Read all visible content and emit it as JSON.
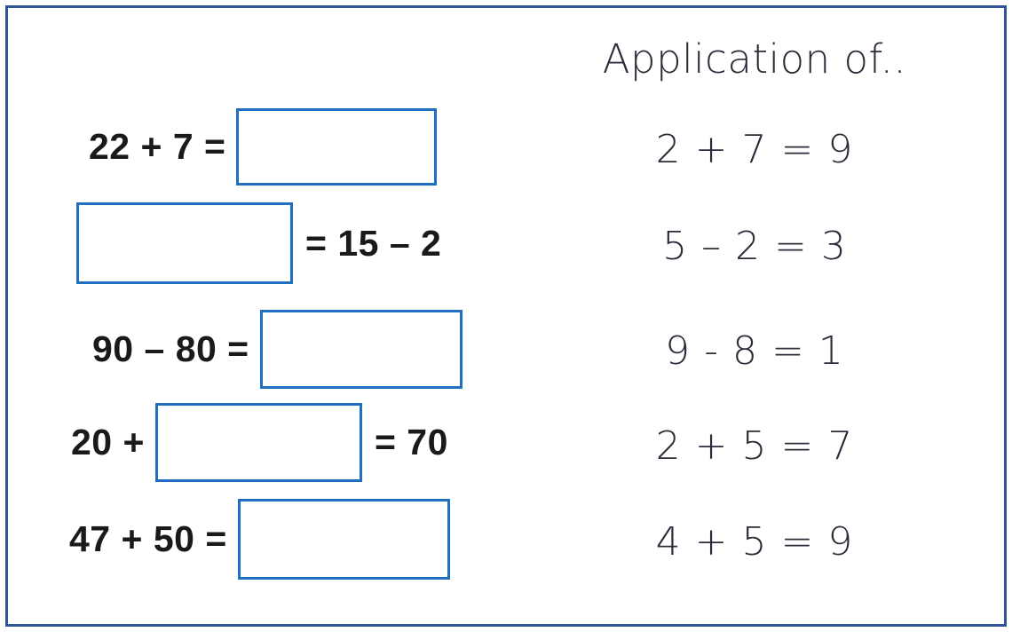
{
  "slide": {
    "border_color": "#2f5597",
    "background_color": "#ffffff",
    "answer_box_color": "#1f6fc0",
    "left_text_color": "#1a1a1a",
    "right_text_color": "#2b2b3a"
  },
  "worksheet": {
    "rows": [
      {
        "prefix": "22 + 7 =",
        "suffix": "",
        "box_position": "after"
      },
      {
        "prefix": "",
        "suffix": "= 15 – 2",
        "box_position": "before"
      },
      {
        "prefix": "90 – 80 =",
        "suffix": "",
        "box_position": "after"
      },
      {
        "prefix": "20 +",
        "suffix": "= 70",
        "box_position": "middle"
      },
      {
        "prefix": "47 + 50 =",
        "suffix": "",
        "box_position": "after"
      }
    ]
  },
  "application": {
    "title": "Application of..",
    "rows": [
      "2 + 7 = 9",
      "5 – 2 = 3",
      "9 - 8 = 1",
      "2 + 5 = 7",
      "4 + 5 = 9"
    ]
  }
}
